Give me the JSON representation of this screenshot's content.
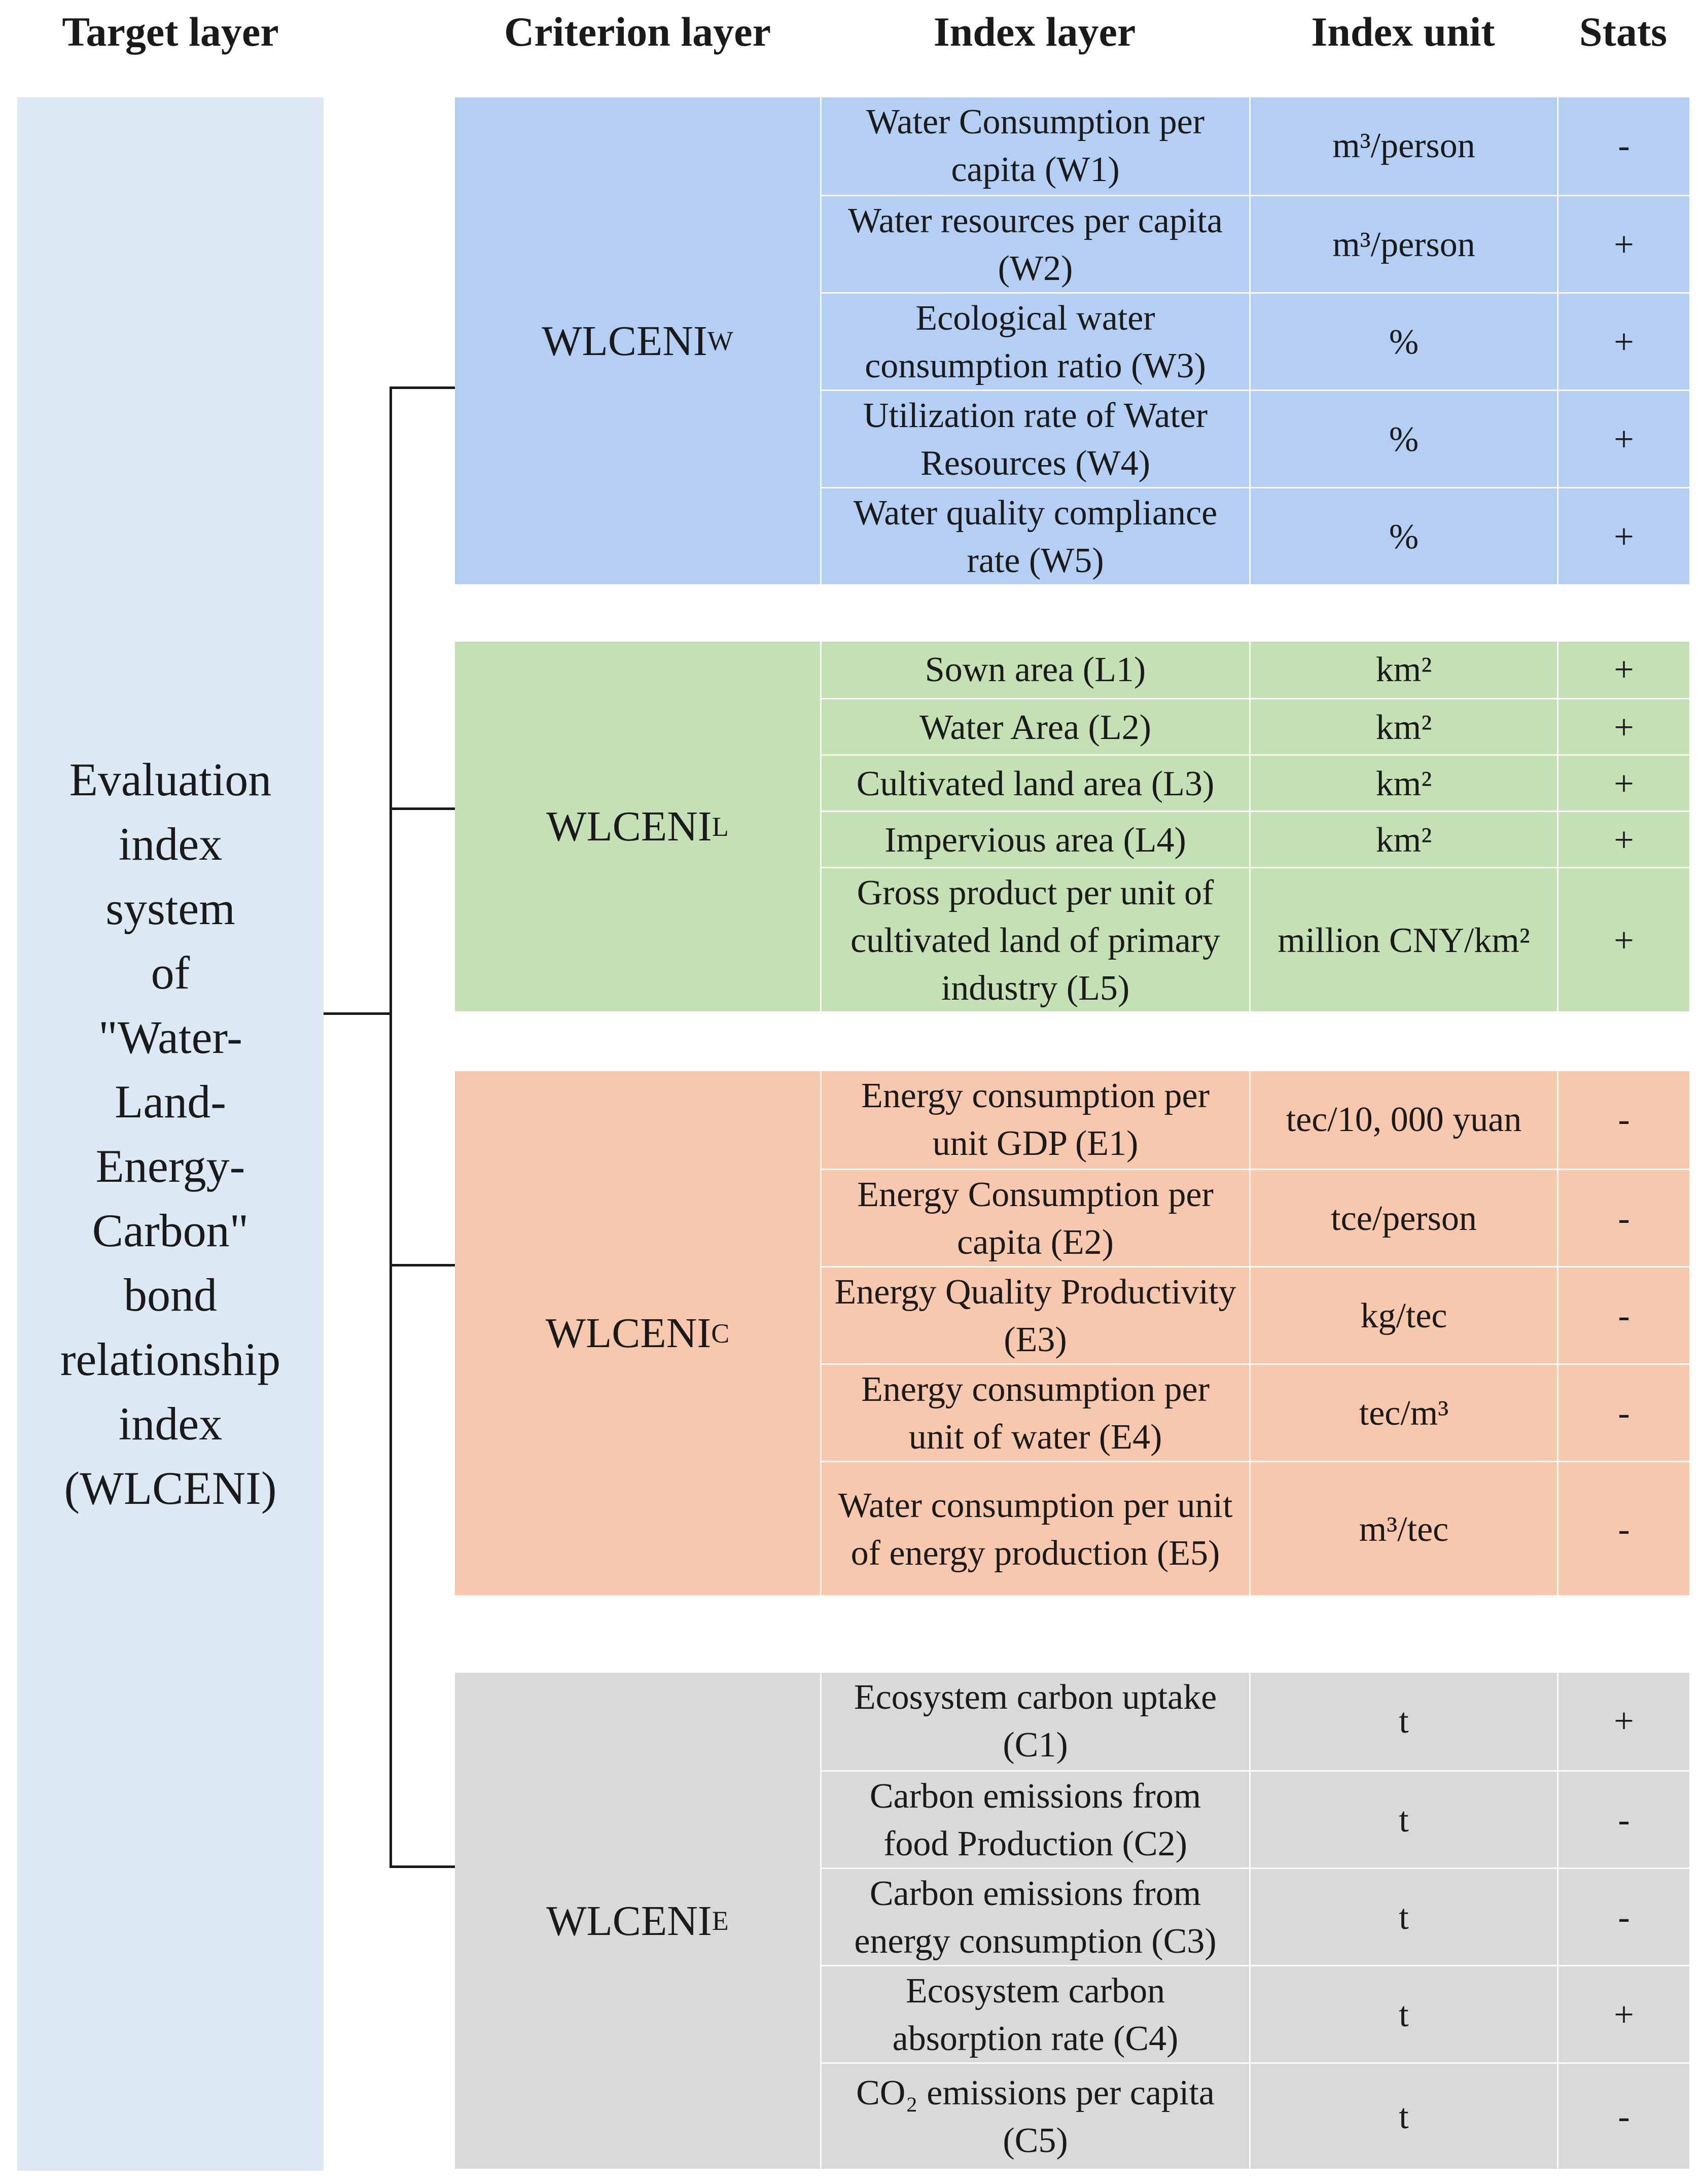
{
  "headers": {
    "target": "Target layer",
    "criterion": "Criterion layer",
    "index": "Index layer",
    "unit": "Index unit",
    "stats": "Stats"
  },
  "target": {
    "lines": [
      "Evaluation",
      "index",
      "system",
      "of",
      "\"Water-",
      "Land-",
      "Energy-",
      "Carbon\"",
      "bond",
      "relationship",
      "index",
      "(WLCENI)"
    ]
  },
  "colors": {
    "target_bg": "#dce9f5",
    "water": "#b5cff4",
    "land": "#c6e0b5",
    "energy": "#f7c8ad",
    "carbon": "#d9d9d9"
  },
  "groups": [
    {
      "id": "water",
      "criterion": {
        "base": "WLCENI",
        "sub": "W"
      },
      "rows": [
        {
          "index": "Water Consumption per capita (W1)",
          "unit": "m³/person",
          "stat": "-"
        },
        {
          "index": "Water resources per capita (W2)",
          "unit": "m³/person",
          "stat": "+"
        },
        {
          "index": "Ecological water consumption ratio (W3)",
          "unit": "%",
          "stat": "+"
        },
        {
          "index": "Utilization rate of Water Resources (W4)",
          "unit": "%",
          "stat": "+"
        },
        {
          "index": "Water quality compliance rate (W5)",
          "unit": "%",
          "stat": "+"
        }
      ]
    },
    {
      "id": "land",
      "criterion": {
        "base": "WLCENI",
        "sub": "L"
      },
      "rows": [
        {
          "index": "Sown area (L1)",
          "unit": "km²",
          "stat": "+"
        },
        {
          "index": "Water Area (L2)",
          "unit": "km²",
          "stat": "+"
        },
        {
          "index": "Cultivated land area (L3)",
          "unit": "km²",
          "stat": "+"
        },
        {
          "index": "Impervious area (L4)",
          "unit": "km²",
          "stat": "+"
        },
        {
          "index": "Gross product per unit of cultivated land of primary industry (L5)",
          "unit": "million CNY/km²",
          "stat": "+"
        }
      ]
    },
    {
      "id": "energy",
      "criterion": {
        "base": "WLCENI",
        "sub": "C"
      },
      "rows": [
        {
          "index": "Energy consumption per unit GDP (E1)",
          "unit": "tec/10, 000  yuan",
          "stat": "-"
        },
        {
          "index": "Energy Consumption per capita (E2)",
          "unit": "tce/person",
          "stat": "-"
        },
        {
          "index": "Energy Quality Productivity (E3)",
          "unit": "kg/tec",
          "stat": "-"
        },
        {
          "index": "Energy consumption per unit of water (E4)",
          "unit": "tec/m³",
          "stat": "-"
        },
        {
          "index": "Water consumption per unit of energy production (E5)",
          "unit": "m³/tec",
          "stat": "-"
        }
      ]
    },
    {
      "id": "carbon",
      "criterion": {
        "base": "WLCENI",
        "sub": "E"
      },
      "rows": [
        {
          "index": "Ecosystem carbon uptake (C1)",
          "unit": "t",
          "stat": "+"
        },
        {
          "index": "Carbon emissions from food Production (C2)",
          "unit": "t",
          "stat": "-"
        },
        {
          "index": "Carbon emissions from energy consumption (C3)",
          "unit": "t",
          "stat": "-"
        },
        {
          "index": "Ecosystem carbon absorption rate (C4)",
          "unit": "t",
          "stat": "+"
        },
        {
          "index": "CO₂ emissions per capita (C5)",
          "unit": "t",
          "stat": "-"
        }
      ]
    }
  ]
}
